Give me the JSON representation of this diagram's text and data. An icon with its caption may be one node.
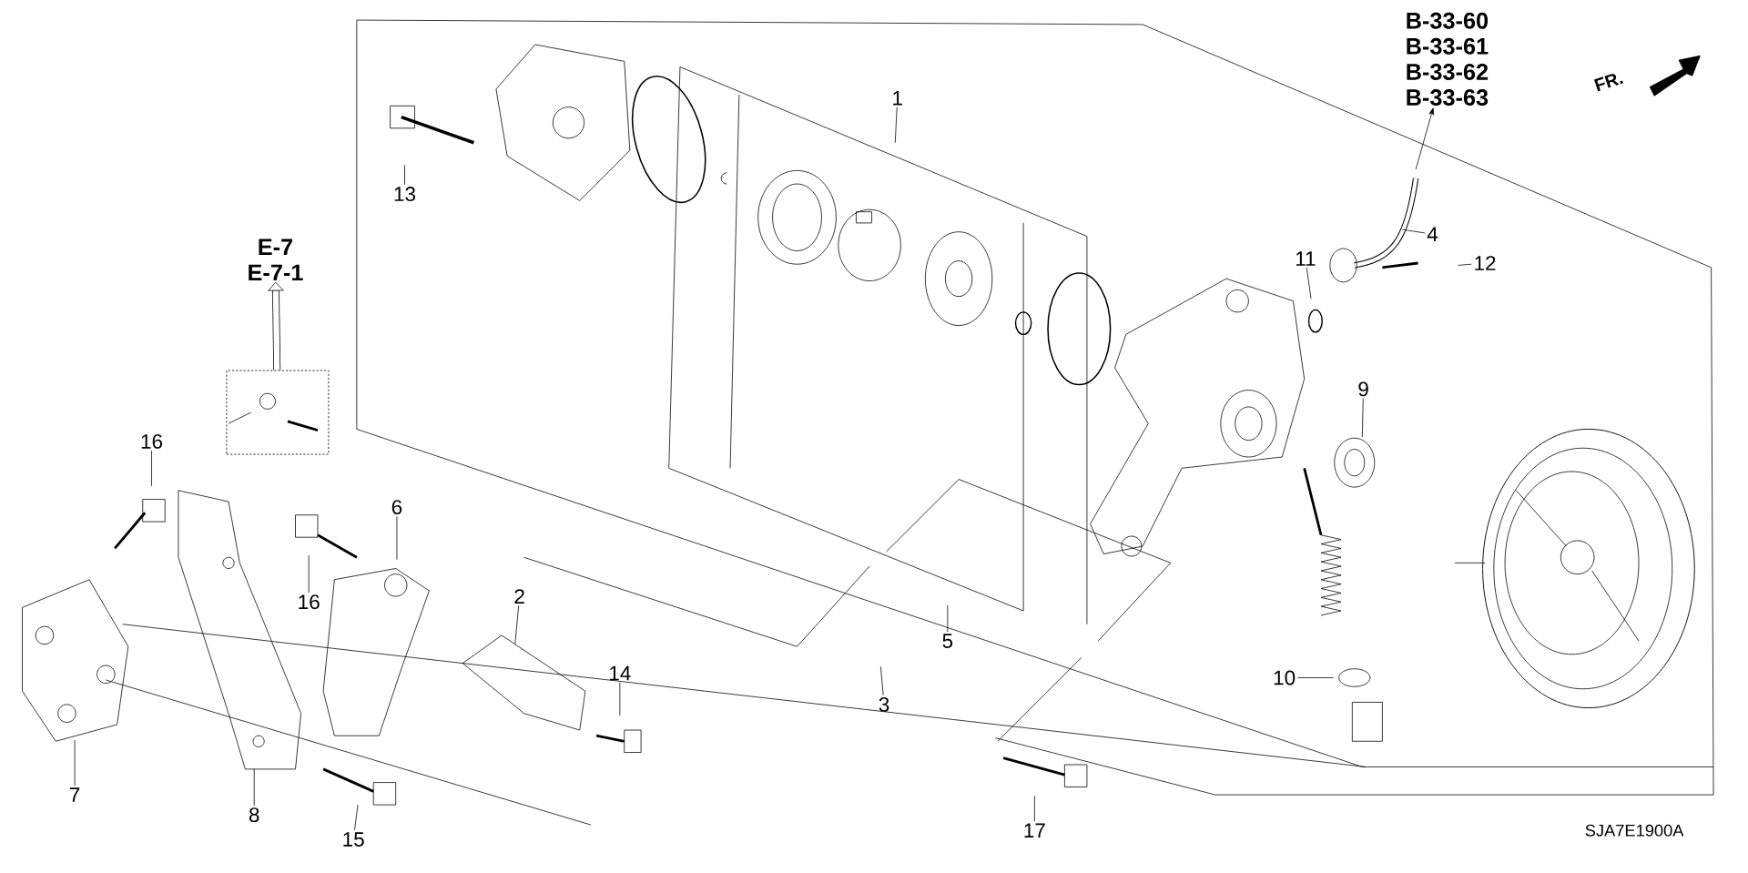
{
  "diagram": {
    "nodes": [
      {
        "text": [
          "B-33-60",
          "B-33-61",
          "B-33-62",
          "B-33-63"
        ]
      },
      {
        "text": [
          "13"
        ]
      },
      {
        "text": [
          "1"
        ]
      },
      {
        "text": [
          "4"
        ]
      },
      {
        "text": [
          "11"
        ]
      },
      {
        "text": [
          "12"
        ]
      },
      {
        "text": [
          "E-7",
          "E-7-1"
        ]
      },
      {
        "text": [],
        "shape": "box"
      },
      {
        "text": [
          "9"
        ]
      },
      {
        "text": [
          "16"
        ]
      },
      {
        "text": [
          "6"
        ]
      },
      {
        "text": [
          "16"
        ]
      },
      {
        "text": [
          "2"
        ]
      },
      {
        "text": [
          "5"
        ]
      },
      {
        "text": [
          "3"
        ]
      },
      {
        "text": [
          "14"
        ]
      },
      {
        "text": [
          "10"
        ]
      },
      {
        "text": [
          "7"
        ]
      },
      {
        "text": [
          "8"
        ]
      },
      {
        "text": [
          "15"
        ]
      },
      {
        "text": [
          "17"
        ]
      }
    ],
    "edges": [
      {
        "from": null,
        "to": 0,
        "arrow": "to"
      },
      {
        "from": 7,
        "to": 6,
        "arrow": "to",
        "style": "thick"
      },
      {
        "from": 1,
        "to": null,
        "arrow": "none"
      },
      {
        "from": 2,
        "to": null,
        "arrow": "none"
      },
      {
        "from": 3,
        "to": null,
        "arrow": "none"
      },
      {
        "from": 4,
        "to": null,
        "arrow": "none"
      },
      {
        "from": 5,
        "to": null,
        "arrow": "none"
      },
      {
        "from": 8,
        "to": null,
        "arrow": "none"
      },
      {
        "from": 9,
        "to": null,
        "arrow": "none"
      },
      {
        "from": 10,
        "to": null,
        "arrow": "none"
      },
      {
        "from": 11,
        "to": null,
        "arrow": "none"
      },
      {
        "from": 12,
        "to": null,
        "arrow": "none"
      },
      {
        "from": 13,
        "to": null,
        "arrow": "none"
      },
      {
        "from": 14,
        "to": null,
        "arrow": "none"
      },
      {
        "from": 15,
        "to": null,
        "arrow": "none"
      },
      {
        "from": 16,
        "to": null,
        "arrow": "none"
      },
      {
        "from": 17,
        "to": null,
        "arrow": "none"
      },
      {
        "from": 18,
        "to": null,
        "arrow": "none"
      },
      {
        "from": 19,
        "to": null,
        "arrow": "none"
      },
      {
        "from": 20,
        "to": null,
        "arrow": "none"
      }
    ],
    "labels": [
      "FR.",
      "SJA7E1900A"
    ]
  }
}
